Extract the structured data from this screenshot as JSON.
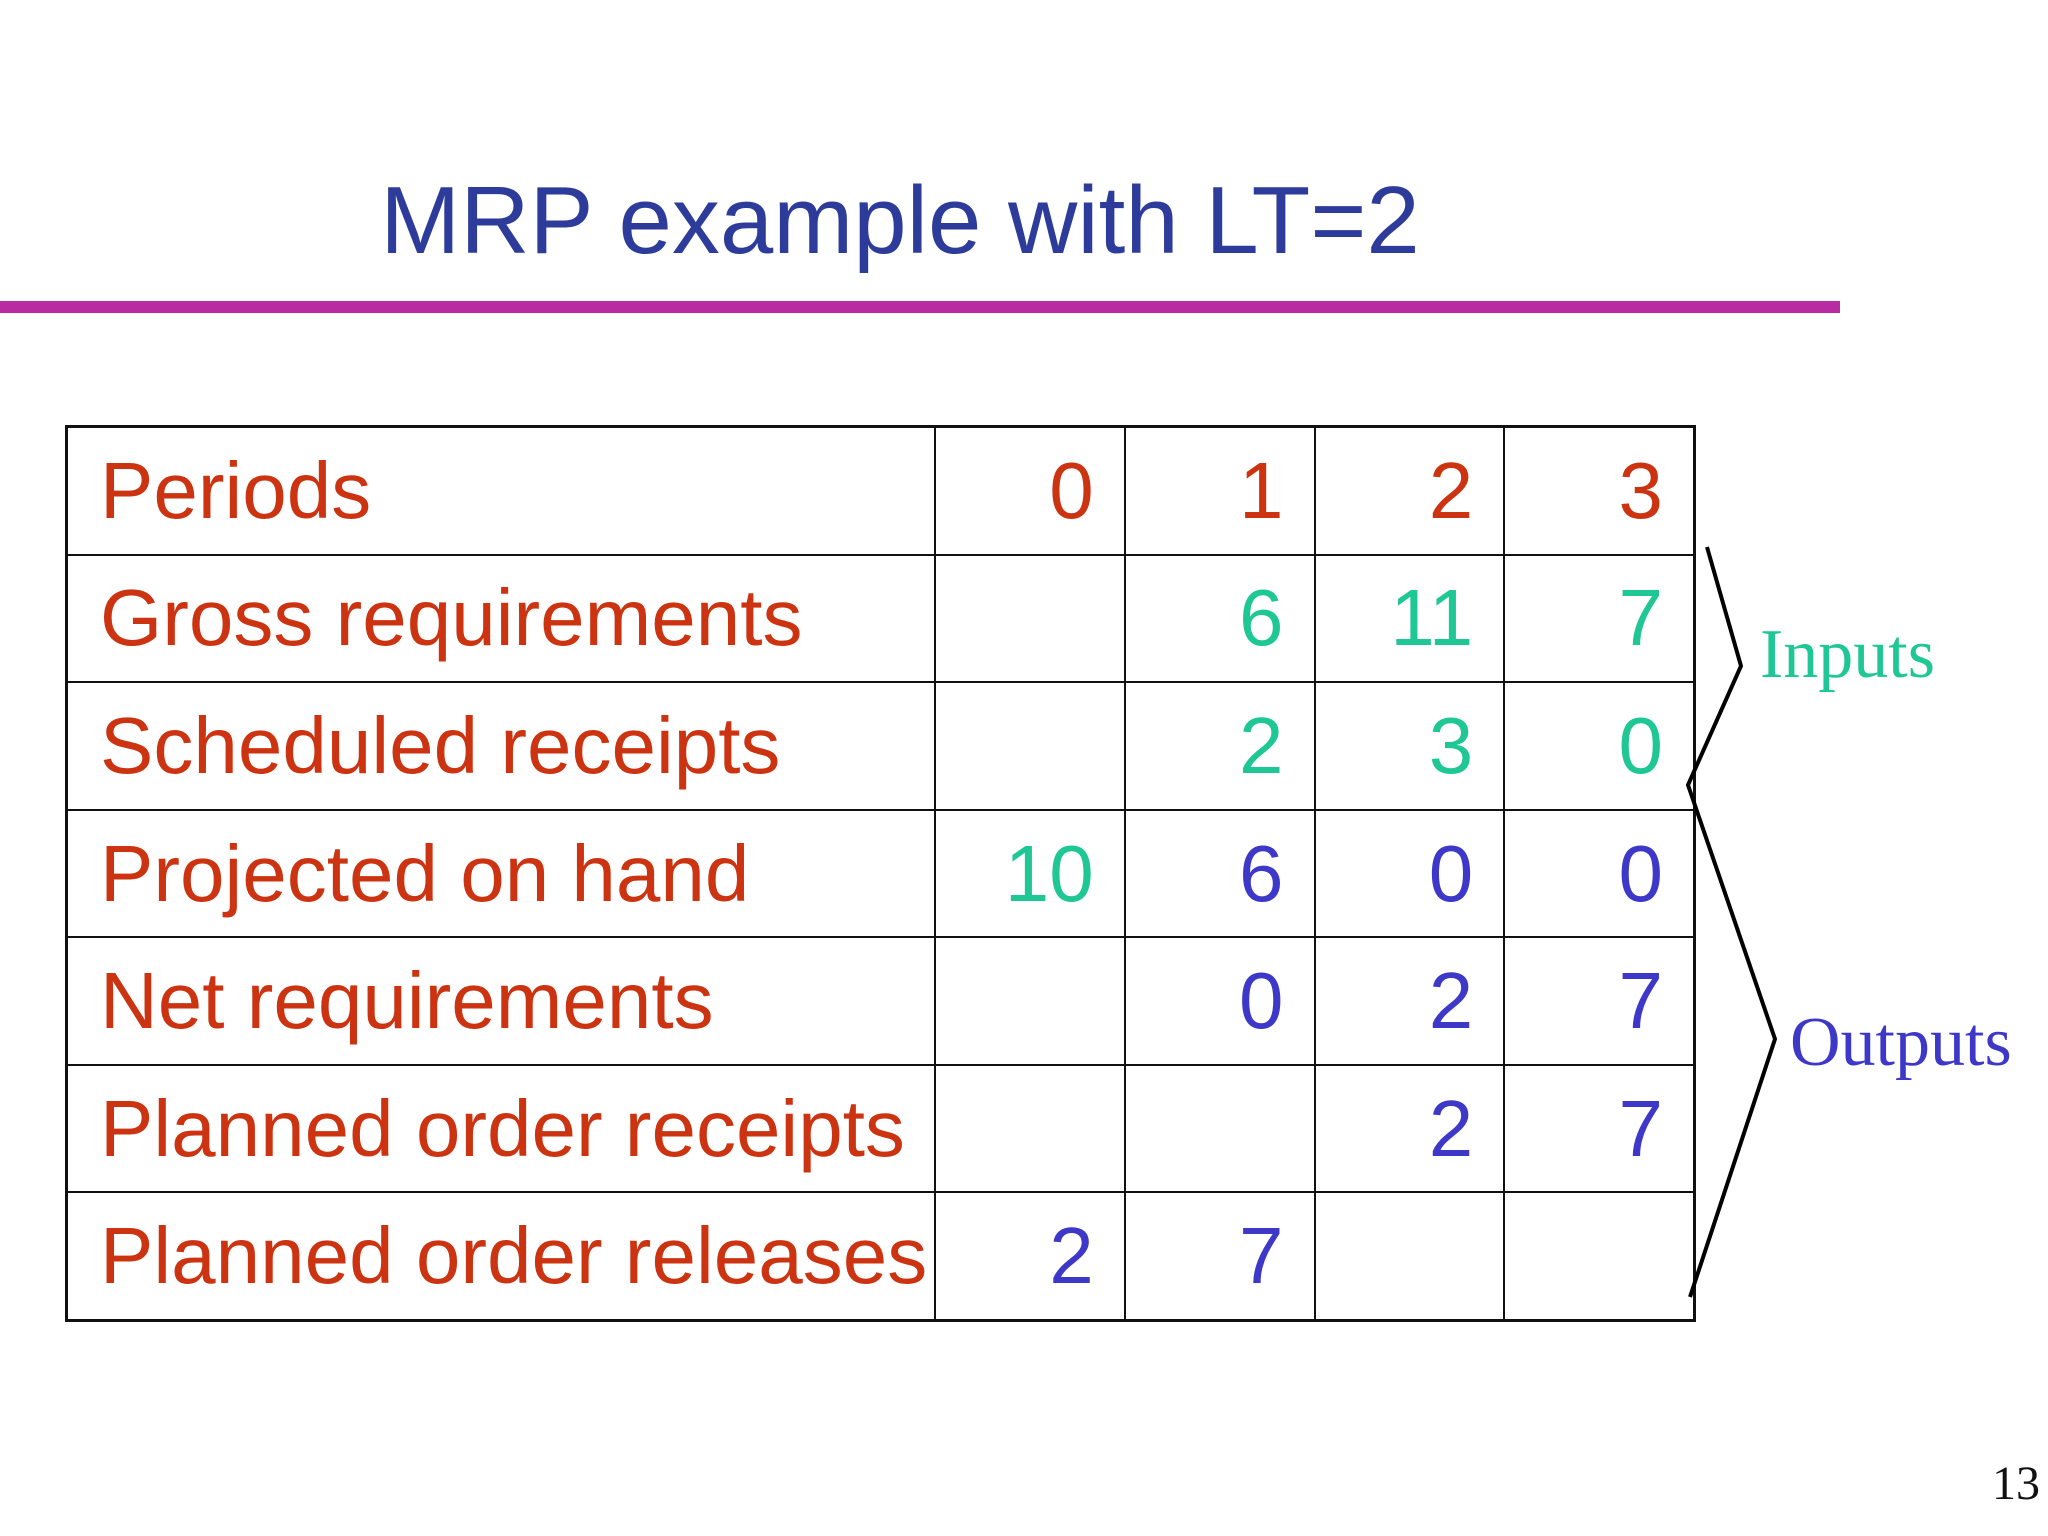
{
  "slide": {
    "title": "MRP example with LT=2",
    "page_number": "13"
  },
  "colors": {
    "title": "#2D3C9B",
    "underline": "#B92BA2",
    "label_red": "#CC3311",
    "input_green": "#1FC795",
    "output_blue": "#3E38C8"
  },
  "annotations": {
    "inputs": "Inputs",
    "outputs": "Outputs"
  },
  "chart_data": {
    "type": "table",
    "title": "MRP example with LT=2",
    "rows": [
      {
        "label": "Periods",
        "cells": [
          {
            "text": "0",
            "color": "red"
          },
          {
            "text": "1",
            "color": "red"
          },
          {
            "text": "2",
            "color": "red"
          },
          {
            "text": "3",
            "color": "red"
          }
        ]
      },
      {
        "label": "Gross requirements",
        "cells": [
          {
            "text": "",
            "color": "green"
          },
          {
            "text": "6",
            "color": "green"
          },
          {
            "text": "11",
            "color": "green"
          },
          {
            "text": "7",
            "color": "green"
          }
        ]
      },
      {
        "label": "Scheduled receipts",
        "cells": [
          {
            "text": "",
            "color": "green"
          },
          {
            "text": "2",
            "color": "green"
          },
          {
            "text": "3",
            "color": "green"
          },
          {
            "text": "0",
            "color": "green"
          }
        ]
      },
      {
        "label": "Projected on hand",
        "cells": [
          {
            "text": "10",
            "color": "green"
          },
          {
            "text": "6",
            "color": "blue"
          },
          {
            "text": "0",
            "color": "blue"
          },
          {
            "text": "0",
            "color": "blue"
          }
        ]
      },
      {
        "label": "Net requirements",
        "cells": [
          {
            "text": "",
            "color": "blue"
          },
          {
            "text": "0",
            "color": "blue"
          },
          {
            "text": "2",
            "color": "blue"
          },
          {
            "text": "7",
            "color": "blue"
          }
        ]
      },
      {
        "label": "Planned order receipts",
        "cells": [
          {
            "text": "",
            "color": "blue"
          },
          {
            "text": "",
            "color": "blue"
          },
          {
            "text": "2",
            "color": "blue"
          },
          {
            "text": "7",
            "color": "blue"
          }
        ]
      },
      {
        "label": "Planned order releases",
        "cells": [
          {
            "text": "2",
            "color": "blue"
          },
          {
            "text": "7",
            "color": "blue"
          },
          {
            "text": "",
            "color": "blue"
          },
          {
            "text": "",
            "color": "blue"
          }
        ]
      }
    ],
    "groups": [
      {
        "label": "Inputs",
        "rows": [
          "Gross requirements",
          "Scheduled receipts"
        ]
      },
      {
        "label": "Outputs",
        "rows": [
          "Projected on hand",
          "Net requirements",
          "Planned order receipts",
          "Planned order releases"
        ]
      }
    ]
  }
}
